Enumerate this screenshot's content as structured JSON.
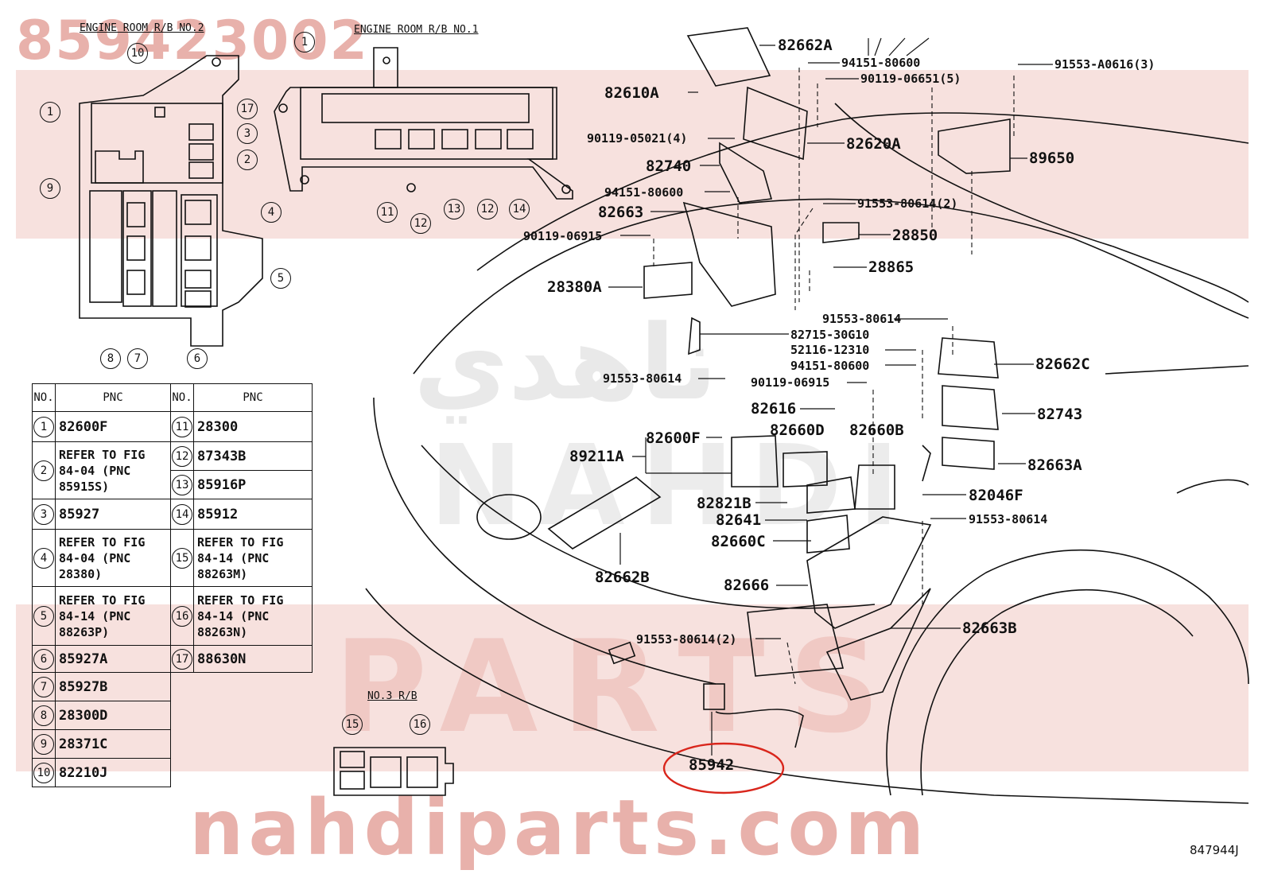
{
  "watermark": {
    "part_number": "859423002",
    "brand_arabic": "ناهدي",
    "brand_latin": "NAHDI",
    "parts_word": "PARTS",
    "site": "nahdiparts.com"
  },
  "titles": {
    "rb2": "ENGINE ROOM R/B NO.2",
    "rb1": "ENGINE ROOM R/B NO.1",
    "rb3": "NO.3 R/B"
  },
  "figure_code": "847944J",
  "table": {
    "col_no": "NO.",
    "col_pnc": "PNC",
    "rows": [
      {
        "no": "1",
        "pnc": "82600F",
        "no2": "11",
        "pnc2": "28300"
      },
      {
        "no": "2",
        "pnc": "REFER TO FIG 84-04 (PNC 85915S)",
        "no2": "12",
        "pnc2": "87343B"
      },
      {
        "no": "",
        "pnc": "",
        "no2": "13",
        "pnc2": "85916P"
      },
      {
        "no": "3",
        "pnc": "85927",
        "no2": "14",
        "pnc2": "85912"
      },
      {
        "no": "4",
        "pnc": "REFER TO FIG 84-04 (PNC 28380)",
        "no2": "15",
        "pnc2": "REFER TO FIG 84-14 (PNC 88263M)"
      },
      {
        "no": "5",
        "pnc": "REFER TO FIG 84-14 (PNC 88263P)",
        "no2": "16",
        "pnc2": "REFER TO FIG 84-14 (PNC 88263N)"
      },
      {
        "no": "6",
        "pnc": "85927A",
        "no2": "17",
        "pnc2": "88630N"
      },
      {
        "no": "7",
        "pnc": "85927B"
      },
      {
        "no": "8",
        "pnc": "28300D"
      },
      {
        "no": "9",
        "pnc": "28371C"
      },
      {
        "no": "10",
        "pnc": "82210J"
      }
    ]
  },
  "callouts": [
    {
      "id": "p82662A",
      "text": "82662A"
    },
    {
      "id": "p94151a",
      "text": "94151-80600"
    },
    {
      "id": "p91553A",
      "text": "91553-A0616(3)"
    },
    {
      "id": "p90119a",
      "text": "90119-06651(5)"
    },
    {
      "id": "p82610A",
      "text": "82610A"
    },
    {
      "id": "p90119b",
      "text": "90119-05021(4)"
    },
    {
      "id": "p82620A",
      "text": "82620A"
    },
    {
      "id": "p89650",
      "text": "89650"
    },
    {
      "id": "p82740",
      "text": "82740"
    },
    {
      "id": "p94151b",
      "text": "94151-80600"
    },
    {
      "id": "p91553b",
      "text": "91553-80614(2)"
    },
    {
      "id": "p82663",
      "text": "82663"
    },
    {
      "id": "p28850",
      "text": "28850"
    },
    {
      "id": "p90119c",
      "text": "90119-06915"
    },
    {
      "id": "p28865",
      "text": "28865"
    },
    {
      "id": "p28380A",
      "text": "28380A"
    },
    {
      "id": "p91553c",
      "text": "91553-80614"
    },
    {
      "id": "p82715",
      "text": "82715-30G10"
    },
    {
      "id": "p52116",
      "text": "52116-12310"
    },
    {
      "id": "p94151c",
      "text": "94151-80600"
    },
    {
      "id": "p82662C",
      "text": "82662C"
    },
    {
      "id": "p91553d",
      "text": "91553-80614"
    },
    {
      "id": "p90119d",
      "text": "90119-06915"
    },
    {
      "id": "p82616",
      "text": "82616"
    },
    {
      "id": "p82743",
      "text": "82743"
    },
    {
      "id": "p82660D",
      "text": "82660D"
    },
    {
      "id": "p82660B",
      "text": "82660B"
    },
    {
      "id": "p82600F",
      "text": "82600F"
    },
    {
      "id": "p89211A",
      "text": "89211A"
    },
    {
      "id": "p82663A",
      "text": "82663A"
    },
    {
      "id": "p82821B",
      "text": "82821B"
    },
    {
      "id": "p82046F",
      "text": "82046F"
    },
    {
      "id": "p82641",
      "text": "82641"
    },
    {
      "id": "p91553e",
      "text": "91553-80614"
    },
    {
      "id": "p82660C",
      "text": "82660C"
    },
    {
      "id": "p82662B",
      "text": "82662B"
    },
    {
      "id": "p82666",
      "text": "82666"
    },
    {
      "id": "p82663B",
      "text": "82663B"
    },
    {
      "id": "p91553f",
      "text": "91553-80614(2)"
    },
    {
      "id": "p85942",
      "text": "85942"
    }
  ],
  "box_numbers": {
    "rb2": [
      "10",
      "1",
      "17",
      "3",
      "2",
      "9",
      "4",
      "5",
      "8",
      "7",
      "6"
    ],
    "rb1": [
      "1",
      "11",
      "12",
      "13",
      "12",
      "14"
    ],
    "rb3": [
      "15",
      "16"
    ]
  },
  "highlight_color": "#d9261c"
}
